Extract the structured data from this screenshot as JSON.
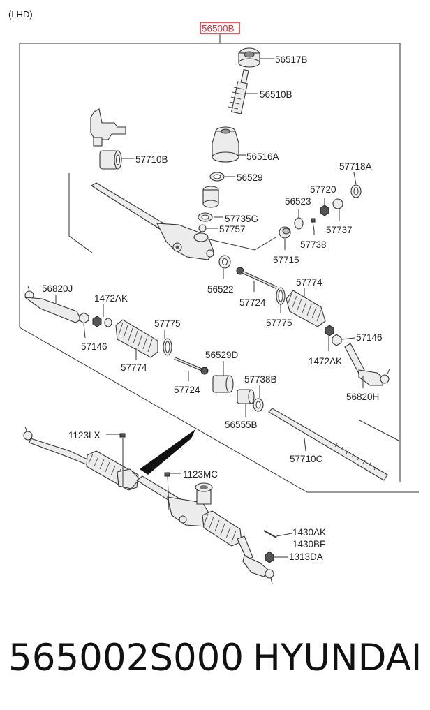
{
  "header": {
    "variant": "(LHD)",
    "assembly_number": "56500B"
  },
  "parts": {
    "p56517B": "56517B",
    "p56510B": "56510B",
    "p56516A": "56516A",
    "p56529": "56529",
    "p57710B": "57710B",
    "p57718A": "57718A",
    "p57720": "57720",
    "p56523": "56523",
    "p57735G": "57735G",
    "p57757": "57757",
    "p57737": "57737",
    "p57738": "57738",
    "p57715": "57715",
    "p56522": "56522",
    "p56820J": "56820J",
    "p1472AK_left": "1472AK",
    "p57724_right": "57724",
    "p57774_right": "57774",
    "p57775_right": "57775",
    "p57146_left": "57146",
    "p57775_left": "57775",
    "p57774_left": "57774",
    "p57146_right": "57146",
    "p1472AK_right": "1472AK",
    "p56529D": "56529D",
    "p57724_left": "57724",
    "p57738B": "57738B",
    "p56820H": "56820H",
    "p56555B": "56555B",
    "p57710C": "57710C",
    "p1123LX": "1123LX",
    "p1123MC": "1123MC",
    "p1430AK": "1430AK",
    "p1430BF": "1430BF",
    "p1313DA": "1313DA"
  },
  "footer": {
    "part_number": "565002S000",
    "brand": "HYUNDAI"
  },
  "colors": {
    "highlight": "#d8323a",
    "line": "#333333"
  }
}
